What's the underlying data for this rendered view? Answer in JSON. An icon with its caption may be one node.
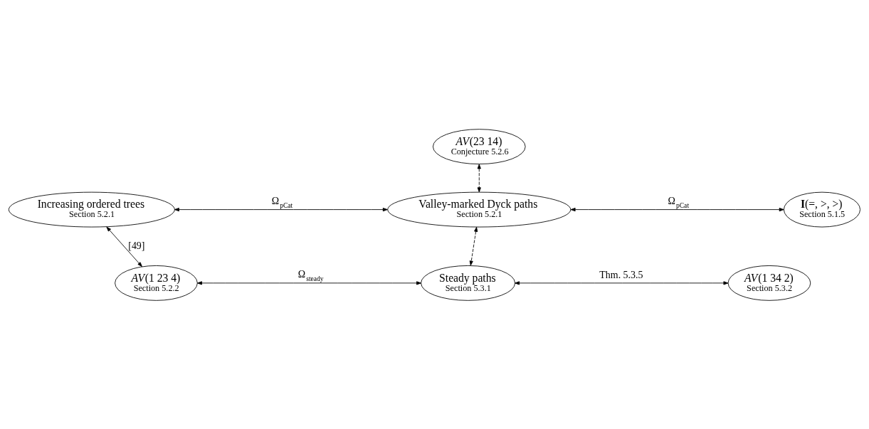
{
  "diagram": {
    "nodes": [
      {
        "text": [
          "*AV*(23 14)",
          "Conjecture 5.2.6"
        ]
      },
      {
        "text": [
          "Increasing ordered trees",
          "Section 5.2.1"
        ]
      },
      {
        "text": [
          "Valley-marked Dyck paths",
          "Section 5.2.1"
        ]
      },
      {
        "text": [
          "**I**(=, >, >)",
          "Section 5.1.5"
        ]
      },
      {
        "text": [
          "*AV*(1 23 4)",
          "Section 5.2.2"
        ]
      },
      {
        "text": [
          "Steady paths",
          "Section 5.3.1"
        ]
      },
      {
        "text": [
          "*AV*(1 34 2)",
          "Section 5.3.2"
        ]
      }
    ],
    "edges": [
      {
        "from": 0,
        "to": 2,
        "arrow": "both",
        "style": "dashed"
      },
      {
        "from": 1,
        "to": 2,
        "arrow": "both",
        "label": "Ω$_{pCat}$"
      },
      {
        "from": 2,
        "to": 3,
        "arrow": "both",
        "label": "Ω$_{pCat}$"
      },
      {
        "from": 1,
        "to": 4,
        "arrow": "both",
        "label": "[49]"
      },
      {
        "from": 4,
        "to": 5,
        "arrow": "both",
        "label": "Ω$_{steady}$"
      },
      {
        "from": 2,
        "to": 5,
        "arrow": "both",
        "style": "dashed"
      },
      {
        "from": 5,
        "to": 6,
        "arrow": "both",
        "label": "Thm. 5.3.5"
      }
    ]
  }
}
